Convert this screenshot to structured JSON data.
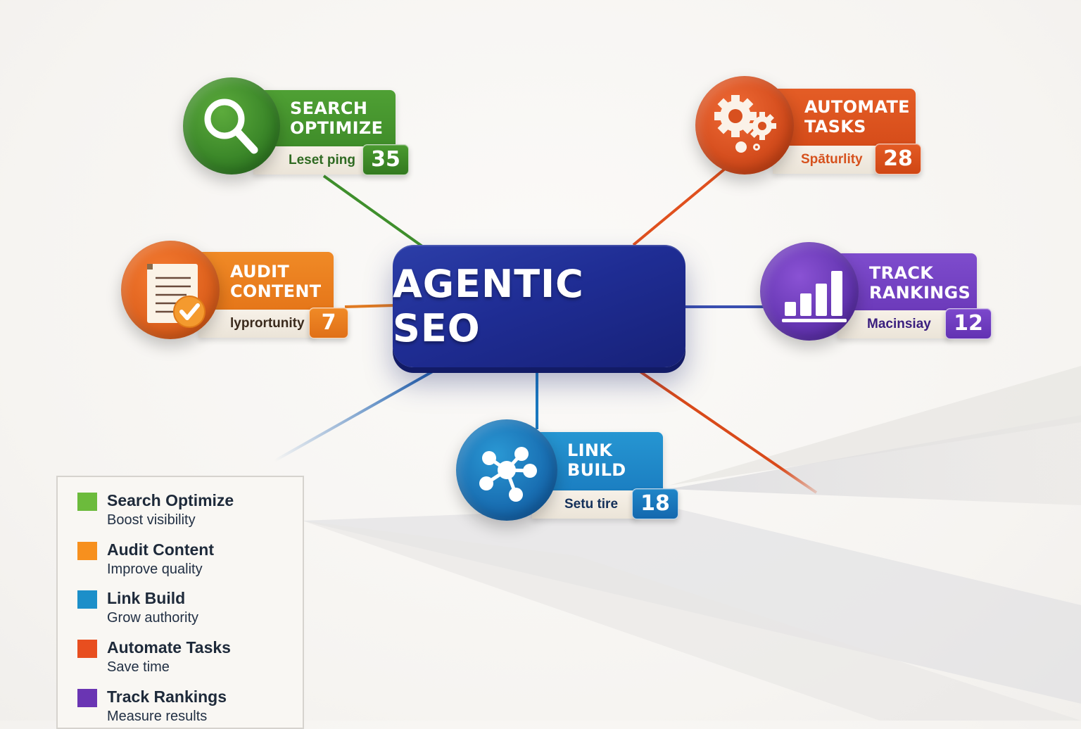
{
  "hub": {
    "title": "AGENTIC SEO",
    "color": "#1f2d94"
  },
  "nodes": {
    "search": {
      "line1": "SEARCH",
      "line2": "OPTIMIZE",
      "subtext": "Leset ping",
      "count": "35",
      "color": "#3f8f2c",
      "light": "#5aa63a",
      "text_color": "#2f6a22",
      "icon": "magnifier-icon"
    },
    "automate": {
      "line1": "AUTOMATE",
      "line2": "TASKS",
      "subtext": "Spāturlity",
      "count": "28",
      "color": "#e0501e",
      "light": "#ee6a30",
      "text_color": "#d6521e",
      "icon": "gears-icon"
    },
    "audit": {
      "line1": "AUDIT",
      "line2": "CONTENT",
      "subtext": "lyprortunity",
      "count": "7",
      "color": "#ec7a1c",
      "light": "#f49433",
      "text_color": "#3a2a1c",
      "icon": "document-check-icon"
    },
    "track": {
      "line1": "TRACK",
      "line2": "RANKINGS",
      "subtext": "Macinsiay",
      "count": "12",
      "color": "#6a3cc0",
      "light": "#8450d2",
      "text_color": "#3a1e7e",
      "icon": "bar-chart-icon"
    },
    "link": {
      "line1": "LINK",
      "line2": "BUILD",
      "subtext": "Setu tire",
      "count": "18",
      "color": "#1a78c0",
      "light": "#2a9ad6",
      "text_color": "#14305a",
      "icon": "network-icon"
    }
  },
  "legend": {
    "items": [
      {
        "label": "Search Optimize",
        "desc": "Boost visibility",
        "color": "#6cbb3c"
      },
      {
        "label": "Audit Content",
        "desc": "Improve quality",
        "color": "#f7901e"
      },
      {
        "label": "Link Build",
        "desc": "Grow authority",
        "color": "#1c8fc9"
      },
      {
        "label": "Automate Tasks",
        "desc": "Save time",
        "color": "#e84e1f"
      },
      {
        "label": "Track Rankings",
        "desc": "Measure results",
        "color": "#6a35b3"
      }
    ]
  }
}
